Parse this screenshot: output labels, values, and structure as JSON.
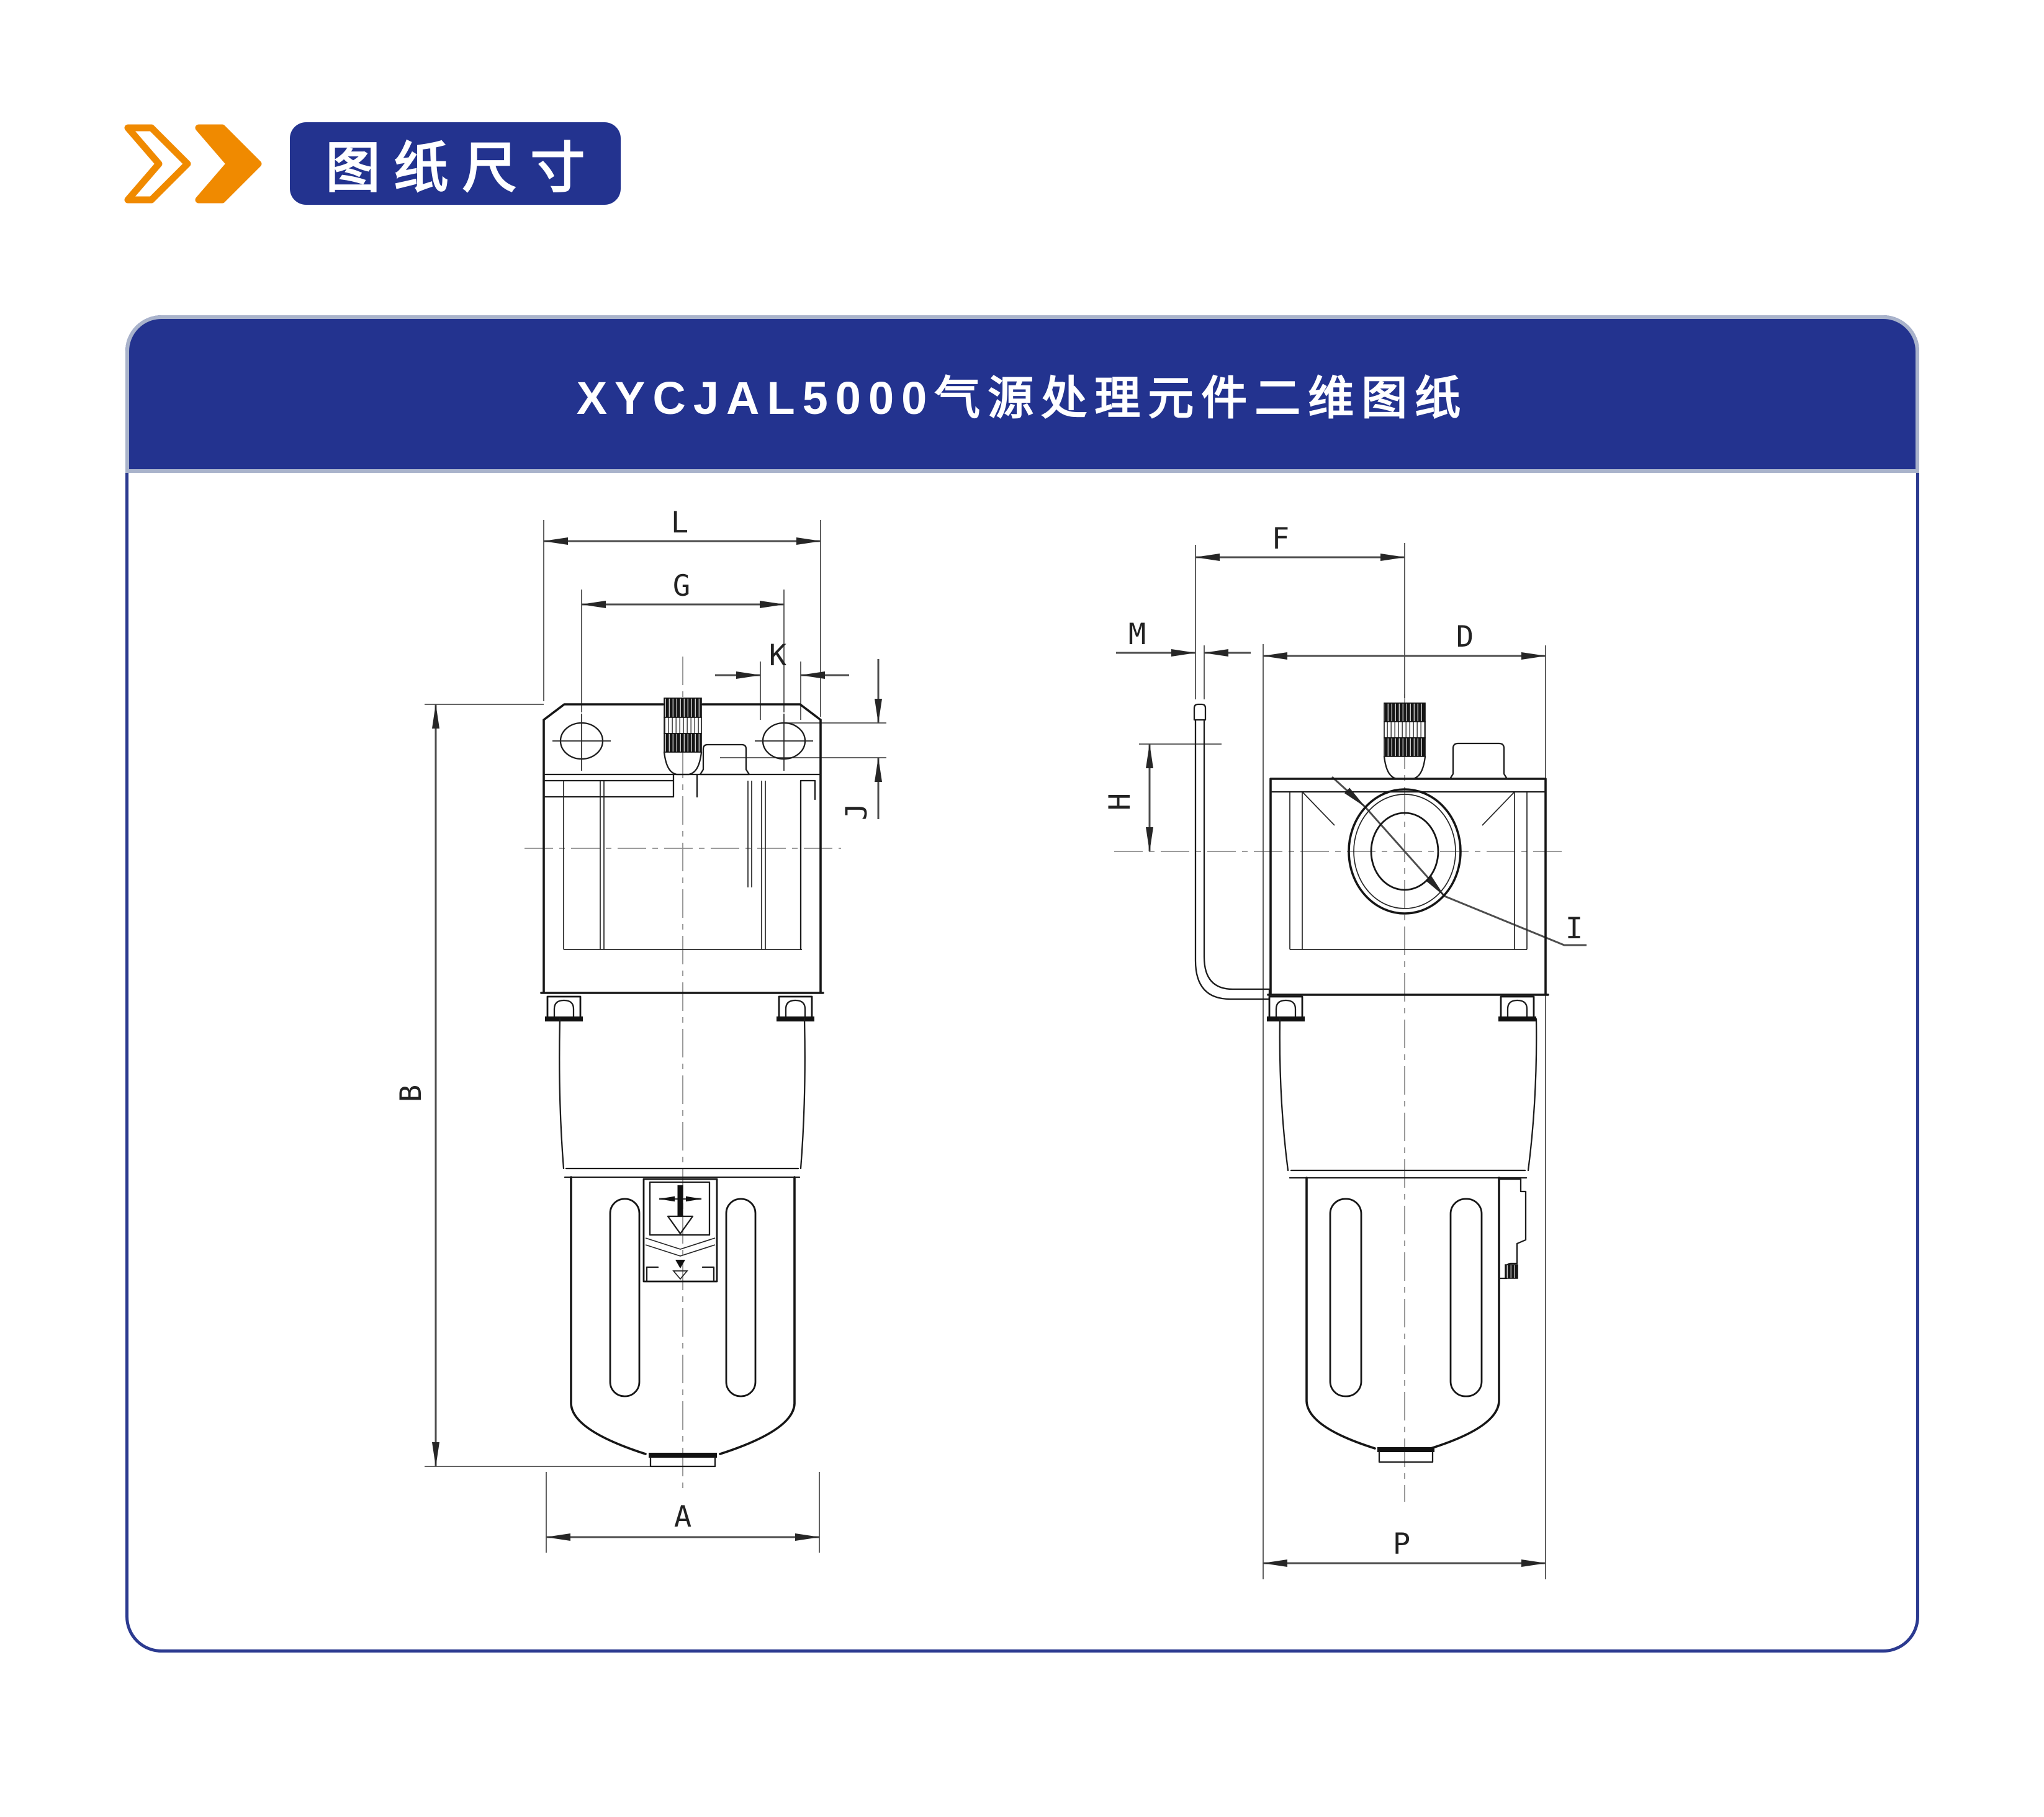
{
  "section_tag": {
    "label": "图纸尺寸"
  },
  "card": {
    "title": "XYCJAL5000气源处理元件二维图纸"
  },
  "drawings": {
    "front_view": {
      "dims": {
        "L": "L",
        "G": "G",
        "K": "K",
        "J": "J",
        "B": "B",
        "A": "A"
      }
    },
    "side_view": {
      "dims": {
        "F": "F",
        "M": "M",
        "D": "D",
        "H": "H",
        "I": "I",
        "P": "P"
      }
    }
  },
  "colors": {
    "accent_blue": "#23338f",
    "accent_orange": "#f08a00",
    "card_border_blue": "#2b3a90",
    "header_outline_silver": "#a9b3cb",
    "drawing_line": "#1c1c1c"
  }
}
